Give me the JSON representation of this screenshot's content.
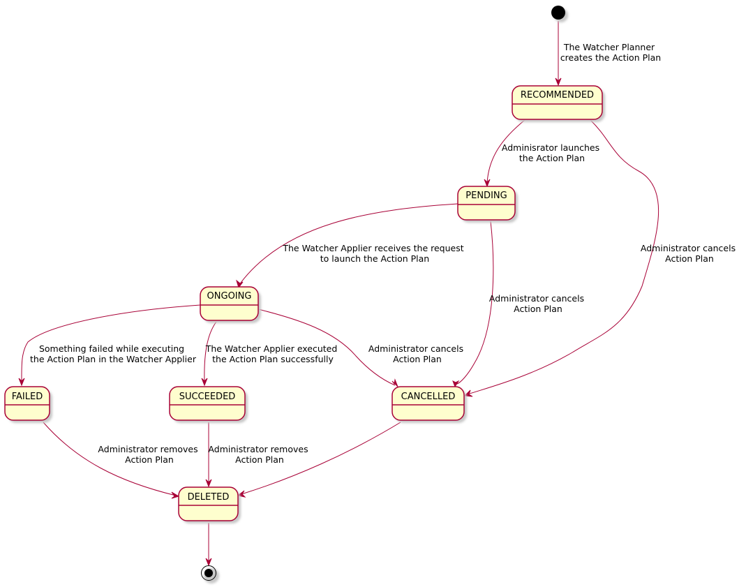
{
  "diagram": {
    "states": {
      "recommended": "RECOMMENDED",
      "pending": "PENDING",
      "ongoing": "ONGOING",
      "failed": "FAILED",
      "succeeded": "SUCCEEDED",
      "cancelled": "CANCELLED",
      "deleted": "DELETED"
    },
    "transitions": {
      "start_to_recommended": [
        "The Watcher Planner",
        "creates the Action Plan"
      ],
      "recommended_to_pending": [
        "Adminisrator launches",
        "the Action Plan"
      ],
      "recommended_to_cancelled": [
        "Administrator cancels",
        "Action Plan"
      ],
      "pending_to_ongoing": [
        "The Watcher Applier receives the request",
        "to launch the Action Plan"
      ],
      "pending_to_cancelled": [
        "Administrator cancels",
        "Action Plan"
      ],
      "ongoing_to_failed": [
        "Something failed while executing",
        "the Action Plan in the Watcher Applier"
      ],
      "ongoing_to_succeeded": [
        "The Watcher Applier executed",
        "the Action Plan successfully"
      ],
      "ongoing_to_cancelled": [
        "Administrator cancels",
        "Action Plan"
      ],
      "failed_to_deleted": [
        "Administrator removes",
        "Action Plan"
      ],
      "succeeded_to_deleted": [
        "Administrator removes",
        "Action Plan"
      ]
    }
  }
}
